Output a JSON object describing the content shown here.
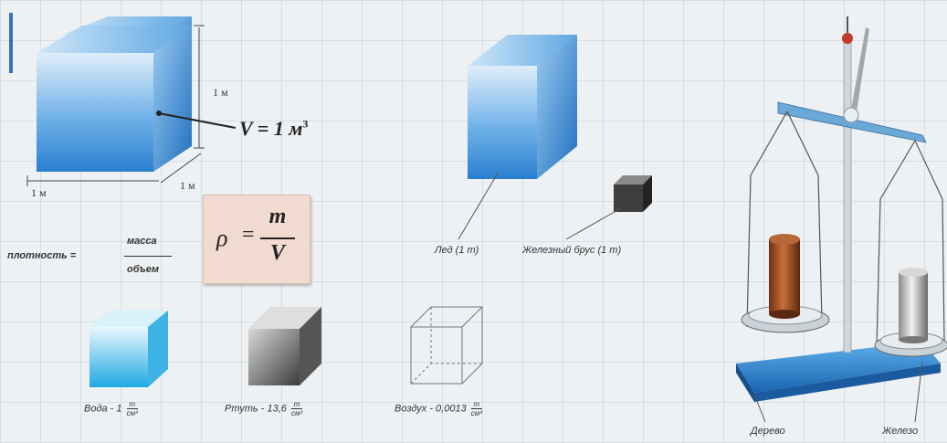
{
  "cube_main": {
    "edge_height": "1 м",
    "edge_depth": "1 м",
    "edge_width": "1 м",
    "volume_formula": "V = 1 м",
    "volume_unit_power": "3"
  },
  "density_word_formula": {
    "left": "плотность =",
    "numerator": "масса",
    "denominator": "объем"
  },
  "density_formula": {
    "symbol": "ρ",
    "equals": "=",
    "numerator": "m",
    "denominator": "V"
  },
  "comparison": {
    "ice_label": "Лед (1 т)",
    "iron_label": "Железный брус (1 т)"
  },
  "densities": [
    {
      "label": "Вода - 1",
      "unit_num": "т",
      "unit_den": "см³"
    },
    {
      "label": "Ртуть - 13,6",
      "unit_num": "т",
      "unit_den": "см³"
    },
    {
      "label": "Воздух - 0,0013",
      "unit_num": "т",
      "unit_den": "см³"
    }
  ],
  "balance": {
    "left_label": "Дерево",
    "right_label": "Железо"
  },
  "colors": {
    "cube_blue": "#2f7fd0",
    "water_cyan": "#39b8e8",
    "mercury_gray": "#6b6b6b",
    "wood_brown": "#a0522d",
    "base_blue": "#2a80cc"
  }
}
